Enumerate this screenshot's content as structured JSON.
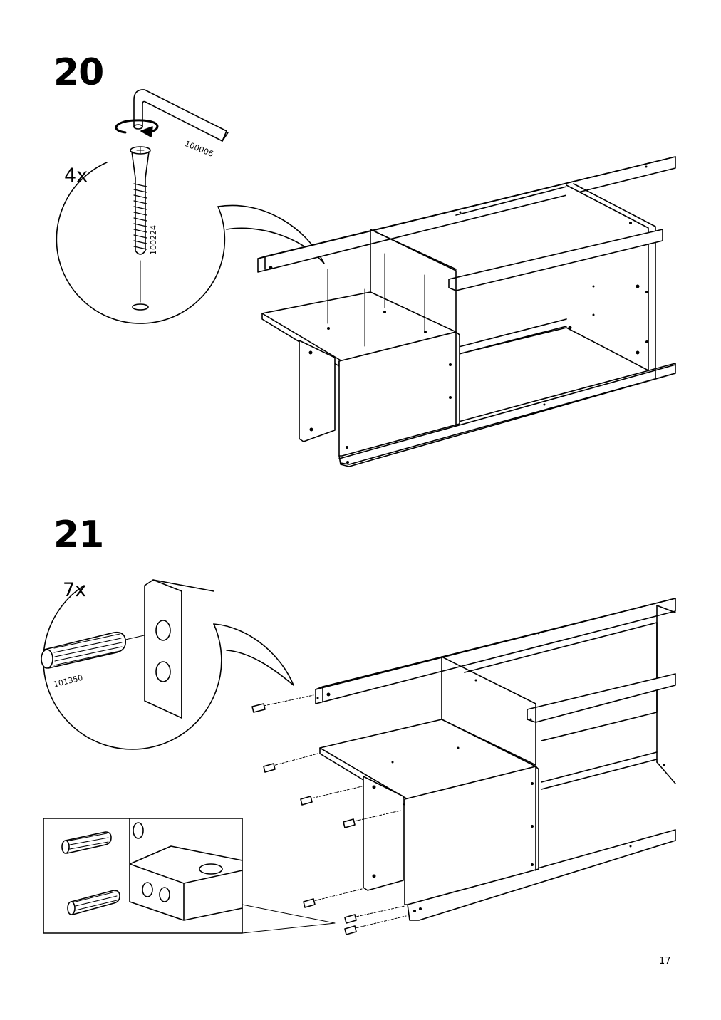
{
  "page": {
    "number": "17"
  },
  "steps": [
    {
      "number": "20",
      "detail": {
        "quantity": "4x",
        "screw_part": "100224",
        "tool_part": "100006",
        "tool_icon": "allen-key-icon",
        "action_icon": "rotate-clockwise-icon"
      }
    },
    {
      "number": "21",
      "detail": {
        "quantity": "7x",
        "dowel_part": "101350",
        "dowel_icon": "wooden-dowel-icon"
      }
    }
  ],
  "colors": {
    "line": "#000000",
    "paper": "#ffffff"
  }
}
